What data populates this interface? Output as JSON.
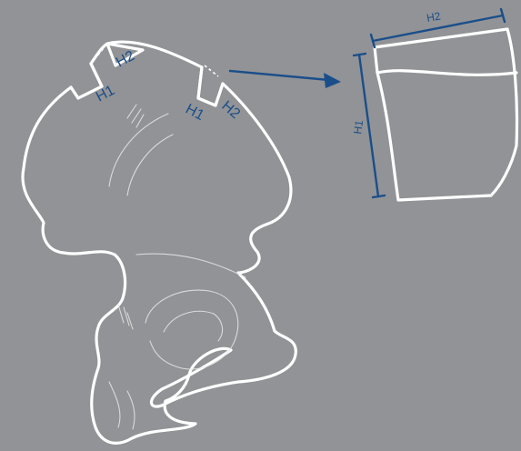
{
  "colors": {
    "background": "#919396",
    "outline": "#ffffff",
    "annotation": "#1a4e8a"
  },
  "pelvis": {
    "notch_left": {
      "h1": "H1",
      "h2": "H2"
    },
    "notch_right": {
      "h1": "H1",
      "h2": "H2"
    }
  },
  "graft": {
    "width_label": "H2",
    "height_label": "H1"
  }
}
